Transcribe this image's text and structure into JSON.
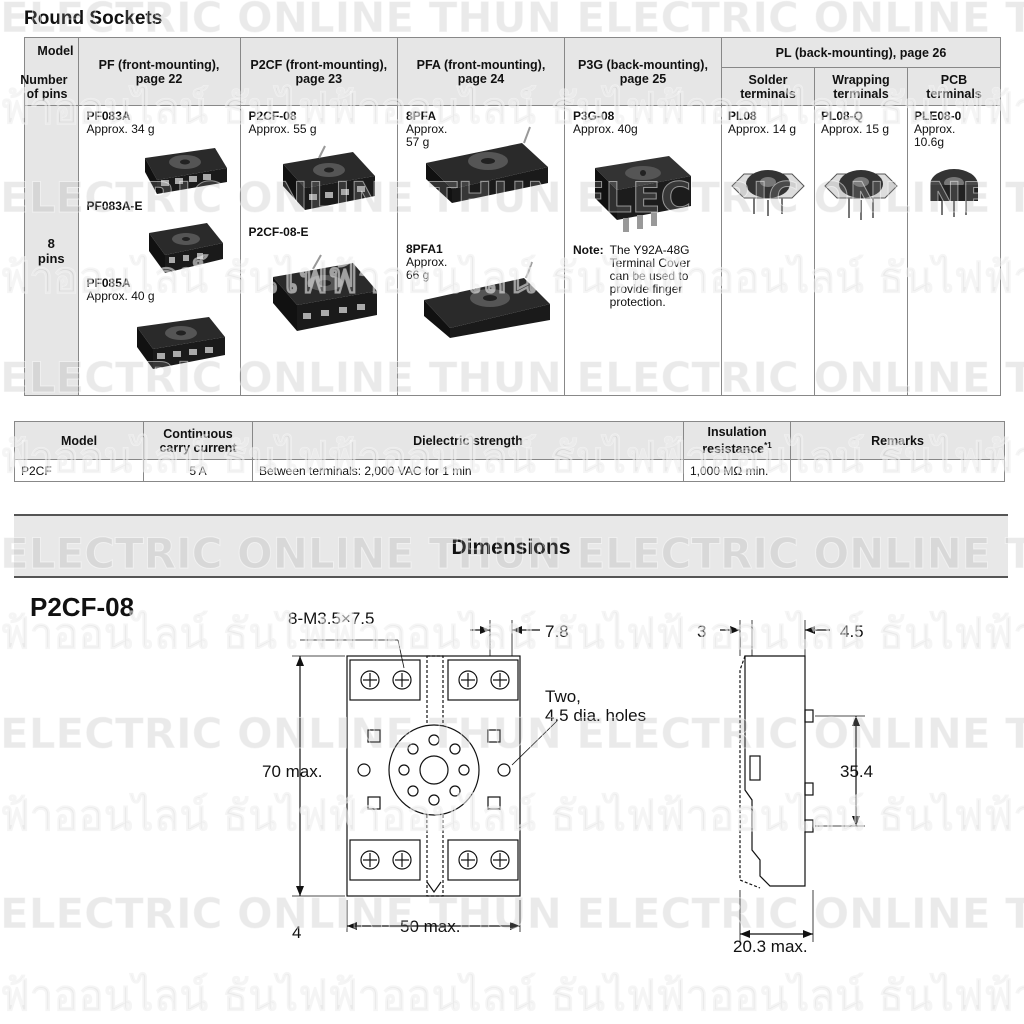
{
  "title": "Round Sockets",
  "header": {
    "model": "Model",
    "number_of_pins": "Number of pins",
    "pf": "PF (front-mounting), page 22",
    "p2cf": "P2CF (front-mounting), page 23",
    "pfa": "PFA (front-mounting), page 24",
    "p3g": "P3G (back-mounting), page 25",
    "pl": "PL (back-mounting), page 26",
    "pl_solder": "Solder terminals",
    "pl_wrapping": "Wrapping terminals",
    "pl_pcb": "PCB terminals"
  },
  "row_label": "8 pins",
  "cells": {
    "pf": [
      {
        "model": "PF083A",
        "weight": "Approx. 34 g"
      },
      {
        "model": "PF083A-E",
        "weight": ""
      },
      {
        "model": "PF085A",
        "weight": "Approx. 40 g"
      }
    ],
    "p2cf": [
      {
        "model": "P2CF-08",
        "weight": "Approx. 55 g"
      },
      {
        "model": "P2CF-08-E",
        "weight": ""
      }
    ],
    "pfa": [
      {
        "model": "8PFA",
        "weight": "Approx. 57 g"
      },
      {
        "model": "8PFA1",
        "weight": "Approx. 66 g"
      }
    ],
    "p3g": {
      "model": "P3G-08",
      "weight": "Approx. 40g",
      "note_label": "Note:",
      "note": "The Y92A-48G Terminal Cover can be used to provide finger protection."
    },
    "pl_solder": {
      "model": "PL08",
      "weight": "Approx. 14 g"
    },
    "pl_wrapping": {
      "model": "PL08-Q",
      "weight": "Approx. 15 g"
    },
    "pl_pcb": {
      "model": "PLE08-0",
      "weight": "Approx. 10.6g"
    }
  },
  "spec": {
    "headers": {
      "model": "Model",
      "current": "Continuous carry current",
      "dielectric": "Dielectric strength",
      "insulation": "Insulation resistance",
      "insulation_sup": "*1",
      "remarks": "Remarks"
    },
    "row": {
      "model": "P2CF",
      "current": "5 A",
      "dielectric": "Between terminals: 2,000 VAC for 1 min",
      "insulation": "1,000 MΩ min.",
      "remarks": ""
    }
  },
  "dimensions": {
    "heading": "Dimensions",
    "part": "P2CF-08",
    "front": {
      "screws": "8-M3.5×7.5",
      "dim_78": "7.8",
      "holes_line1": "Two,",
      "holes_line2": "4.5 dia. holes",
      "height": "70 max.",
      "width": "50 max.",
      "dim_4": "4"
    },
    "side": {
      "dim_3": "3",
      "dim_45": "4.5",
      "dim_354": "35.4",
      "depth": "20.3 max."
    }
  },
  "watermark": {
    "en": "ELECTRIC ONLINE THUN ELECTRIC ONLINE THUN ELECTRIC ONLINE",
    "th": "ฟ้าออนไลน์ ธันไฟฟ้าออนไลน์ ธันไฟฟ้าออนไลน์ ธันไฟฟ้าออ"
  }
}
